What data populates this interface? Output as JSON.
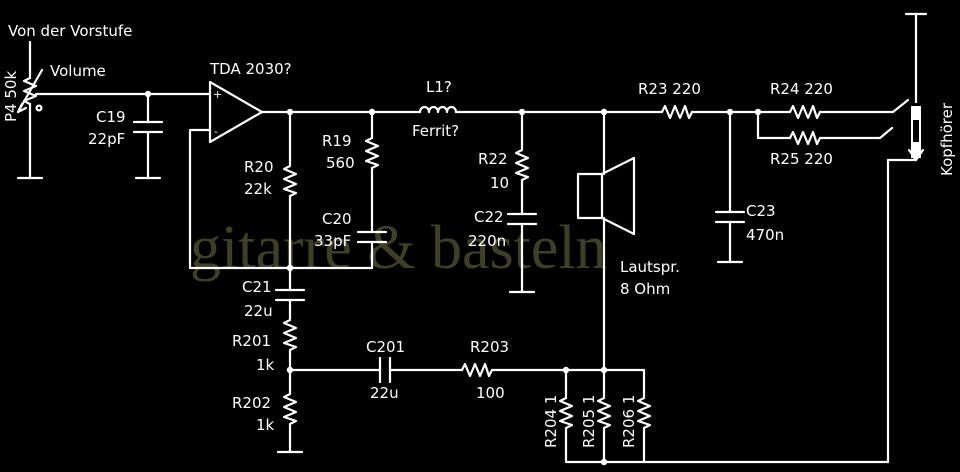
{
  "title": "Von der Vorstufe",
  "watermark": "gitarre & basteln",
  "labels": {
    "p4": "P4 50k",
    "volume": "Volume",
    "c19": "C19",
    "c19_val": "22pF",
    "ic": "TDA 2030?",
    "plus": "+",
    "minus": "-",
    "r20": "R20",
    "r20_val": "22k",
    "r19": "R19",
    "r19_val": "560",
    "c20": "C20",
    "c20_val": "33pF",
    "l1": "L1?",
    "ferrit": "Ferrit?",
    "r22": "R22",
    "r22_val": "10",
    "c22": "C22",
    "c22_val": "220n",
    "speaker": "Lautspr.",
    "speaker_val": "8 Ohm",
    "r23": "R23  220",
    "c23": "C23",
    "c23_val": "470n",
    "r24": "R24  220",
    "r25": "R25 220",
    "kopfhoerer": "Kopfhörer",
    "c21": "C21",
    "c21_val": "22u",
    "r201": "R201",
    "r201_val": "1k",
    "r202": "R202",
    "r202_val": "1k",
    "c201": "C201",
    "c201_val": "22u",
    "r203": "R203",
    "r203_val": "100",
    "r204": "R204  1",
    "r205": "R205  1",
    "r206": "R206  1"
  }
}
